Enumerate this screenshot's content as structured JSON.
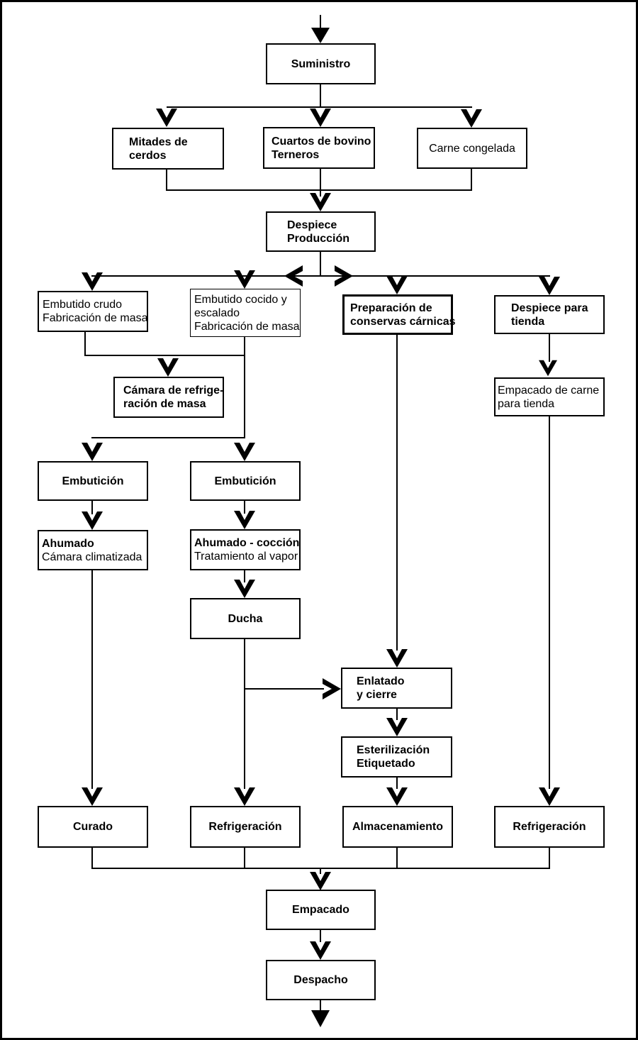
{
  "diagram": {
    "type": "flowchart",
    "language": "es",
    "colors": {
      "line": "#000000",
      "box_fill": "#ffffff",
      "background": "#ffffff"
    },
    "nodes": {
      "suministro": {
        "line1": "Suministro"
      },
      "mitades": {
        "line1": "Mitades de",
        "line2": "cerdos"
      },
      "cuartos": {
        "line1": "Cuartos de bovino",
        "line2": "Terneros"
      },
      "carne_congelada": {
        "line1": "Carne congelada"
      },
      "despiece_produccion": {
        "line1": "Despiece",
        "line2": "Producción"
      },
      "embutido_crudo": {
        "line1": "Embutido crudo",
        "line2": "Fabricación de masa"
      },
      "embutido_cocido": {
        "line1": "Embutido cocido y",
        "line2": "escalado",
        "line3": "Fabricación de masa"
      },
      "preparacion_conservas": {
        "line1": "Preparación de",
        "line2": "conservas cárnicas"
      },
      "despiece_tienda": {
        "line1": "Despiece para",
        "line2": "tienda"
      },
      "camara_refrigeracion": {
        "line1": "Cámara de refrige-",
        "line2": "ración de masa"
      },
      "empacado_carne": {
        "line1": "Empacado de carne",
        "line2": "para tienda"
      },
      "embuticion_izq": {
        "line1": "Embutición"
      },
      "embuticion_der": {
        "line1": "Embutición"
      },
      "ahumado": {
        "line1": "Ahumado",
        "line2": "Cámara climatizada"
      },
      "ahumado_coccion": {
        "line1": "Ahumado - cocción",
        "line2": "Tratamiento al vapor"
      },
      "ducha": {
        "line1": "Ducha"
      },
      "enlatado": {
        "line1": "Enlatado",
        "line2": "y cierre"
      },
      "esterilizacion": {
        "line1": "Esterilización",
        "line2": "Etiquetado"
      },
      "curado": {
        "line1": "Curado"
      },
      "refrigeracion_izq": {
        "line1": "Refrigeración"
      },
      "almacenamiento": {
        "line1": "Almacenamiento"
      },
      "refrigeracion_der": {
        "line1": "Refrigeración"
      },
      "empacado": {
        "line1": "Empacado"
      },
      "despacho": {
        "line1": "Despacho"
      }
    }
  }
}
